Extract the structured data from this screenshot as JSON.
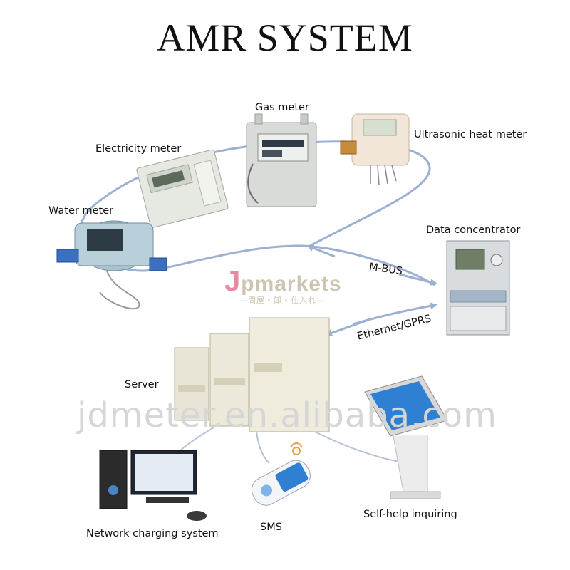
{
  "title": "AMR SYSTEM",
  "nodes": {
    "gas_meter": "Gas meter",
    "electricity_meter": "Electricity meter",
    "heat_meter": "Ultrasonic heat meter",
    "water_meter": "Water meter",
    "data_concentrator": "Data concentrator",
    "server": "Server",
    "network_charging": "Network charging system",
    "sms": "SMS",
    "self_help": "Self-help inquiring"
  },
  "links": {
    "mbus": "M-BUS",
    "ethernet": "Ethernet/GPRS"
  },
  "watermarks": {
    "jpmarkets_j": "J",
    "jpmarkets_rest": "pmarkets",
    "jpmarkets_sub": "—問屋・卸・仕入れ—",
    "jdmeter": "jdmeter.en.alibaba.com"
  }
}
